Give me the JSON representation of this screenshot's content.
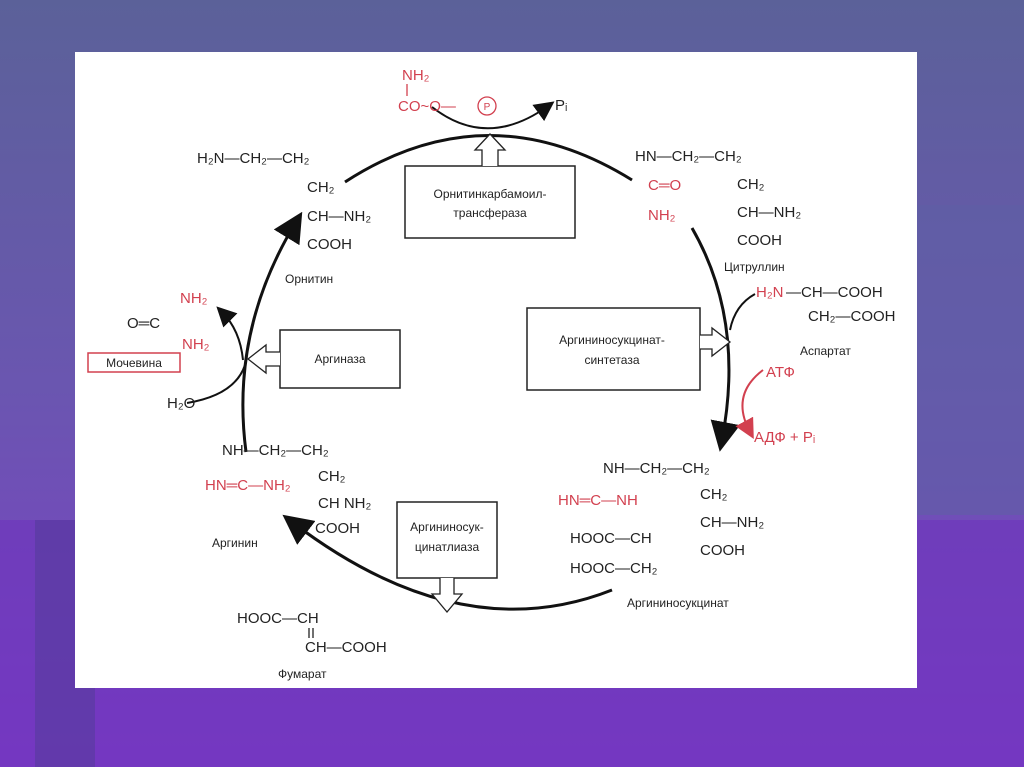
{
  "ornithine": {
    "l1": "H₂N—CH₂—CH₂",
    "l2": "CH₂",
    "l3": "CH—NH₂",
    "l4": "COOH",
    "name": "Орнитин"
  },
  "carbamoyl_phosphate": {
    "l1": "NH₂",
    "l2": "CO~O—",
    "p": "P"
  },
  "pi_top": "Pᵢ",
  "enzymes": {
    "otc": [
      "Орнитинкарбамоил-",
      "трансфераза"
    ],
    "ass": [
      "Аргининосукцинат-",
      "синтетаза"
    ],
    "asl": [
      "Аргининосук-",
      "цинатлиаза"
    ],
    "arginase": "Аргиназа"
  },
  "citrulline": {
    "l1": "HN—CH₂—CH₂",
    "r1": "C═O",
    "r2": "NH₂",
    "l2": "CH₂",
    "l3": "CH—NH₂",
    "l4": "COOH",
    "name": "Цитруллин"
  },
  "aspartate": {
    "r1": "H₂N",
    "l1": "—CH—COOH",
    "l2": "CH₂—COOH",
    "name": "Аспартат"
  },
  "atp": "АТФ",
  "adp": "АДФ  +  Pᵢ",
  "argininosuccinate": {
    "l1": "NH—CH₂—CH₂",
    "r1": "HN═C—NH",
    "l2": "CH₂",
    "l3": "CH—NH₂",
    "l4": "COOH",
    "l5": "HOOC—CH",
    "l6": "HOOC—CH₂",
    "name": "Аргининосукцинат"
  },
  "fumarate": {
    "l1": "HOOC—CH",
    "l2": "CH—COOH",
    "name": "Фумарат"
  },
  "arginine": {
    "l1": "NH—CH₂—CH₂",
    "r1": "HN═C—NH₂",
    "l2": "CH₂",
    "l3": "CH   NH₂",
    "l4": "COOH",
    "name": "Аргинин"
  },
  "urea": {
    "r1": "NH₂",
    "l1": "O═C",
    "r2": "NH₂",
    "name": "Мочевина"
  },
  "water": "H₂O",
  "colors": {
    "highlight": "#d2404f",
    "panel": "#ffffff",
    "slide_top": "#5b6199",
    "slide_bottom": "#7d3ec6"
  }
}
